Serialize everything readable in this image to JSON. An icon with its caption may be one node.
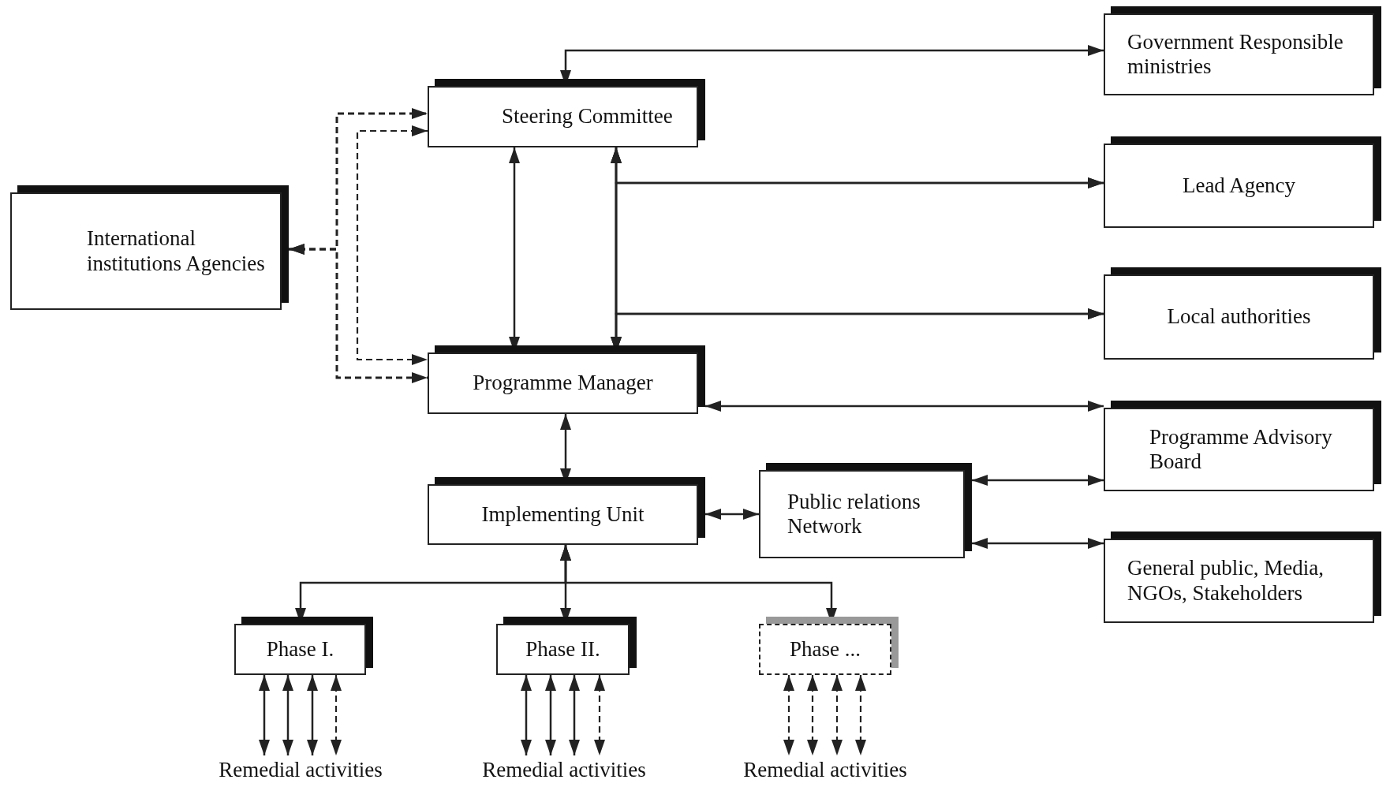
{
  "diagram": {
    "nodes": [
      {
        "text": [
          "Government Responsible ministries"
        ]
      },
      {
        "text": [
          "Steering Committee"
        ]
      },
      {
        "text": [
          "International institutions Agencies"
        ]
      },
      {
        "text": [
          "Lead Agency"
        ]
      },
      {
        "text": [
          "Local authorities"
        ]
      },
      {
        "text": [
          "Programme Manager"
        ]
      },
      {
        "text": [
          "Programme Advisory Board"
        ]
      },
      {
        "text": [
          "Implementing Unit"
        ]
      },
      {
        "text": [
          "Public relations Network"
        ]
      },
      {
        "text": [
          "General public, Media, NGOs, Stakeholders"
        ]
      },
      {
        "text": [
          "Phase I."
        ]
      },
      {
        "text": [
          "Phase II."
        ]
      },
      {
        "text": [
          "Phase ..."
        ]
      },
      {
        "text": [
          "Remedial activities"
        ]
      },
      {
        "text": [
          "Remedial activities"
        ]
      },
      {
        "text": [
          "Remedial activities"
        ]
      }
    ],
    "edges": [
      {
        "from": 0,
        "to": 1,
        "arrow": "both"
      },
      {
        "from": 1,
        "to": 5,
        "arrow": "both"
      },
      {
        "from": 1,
        "to": 5,
        "arrow": "both"
      },
      {
        "from": 3,
        "to": 1,
        "arrow": "both"
      },
      {
        "from": 3,
        "to": 5,
        "arrow": "both"
      },
      {
        "from": 4,
        "to": 1,
        "arrow": "both"
      },
      {
        "from": 4,
        "to": 5,
        "arrow": "both"
      },
      {
        "from": 2,
        "to": 1,
        "arrow": "both",
        "style": "dashed"
      },
      {
        "from": 2,
        "to": 5,
        "arrow": "both",
        "style": "dashed"
      },
      {
        "from": 1,
        "to": 5,
        "arrow": "both",
        "style": "dashed"
      },
      {
        "from": 5,
        "to": 6,
        "arrow": "both"
      },
      {
        "from": 7,
        "to": 5,
        "arrow": "both"
      },
      {
        "from": 7,
        "to": 8,
        "arrow": "both"
      },
      {
        "from": 8,
        "to": 6,
        "arrow": "both"
      },
      {
        "from": 8,
        "to": 9,
        "arrow": "both"
      },
      {
        "from": 7,
        "to": 10,
        "arrow": "both"
      },
      {
        "from": 7,
        "to": 11,
        "arrow": "both"
      },
      {
        "from": 7,
        "to": 12,
        "arrow": "both"
      },
      {
        "from": 10,
        "to": 13,
        "arrow": "both"
      },
      {
        "from": 10,
        "to": 13,
        "arrow": "both"
      },
      {
        "from": 10,
        "to": 13,
        "arrow": "both"
      },
      {
        "from": 10,
        "to": 13,
        "arrow": "both",
        "style": "dashed"
      },
      {
        "from": 11,
        "to": 14,
        "arrow": "both"
      },
      {
        "from": 11,
        "to": 14,
        "arrow": "both"
      },
      {
        "from": 11,
        "to": 14,
        "arrow": "both"
      },
      {
        "from": 11,
        "to": 14,
        "arrow": "both",
        "style": "dashed"
      },
      {
        "from": 12,
        "to": 15,
        "arrow": "both",
        "style": "dashed"
      },
      {
        "from": 12,
        "to": 15,
        "arrow": "both",
        "style": "dashed"
      },
      {
        "from": 12,
        "to": 15,
        "arrow": "both",
        "style": "dashed"
      },
      {
        "from": 12,
        "to": 15,
        "arrow": "both",
        "style": "dashed"
      }
    ]
  }
}
